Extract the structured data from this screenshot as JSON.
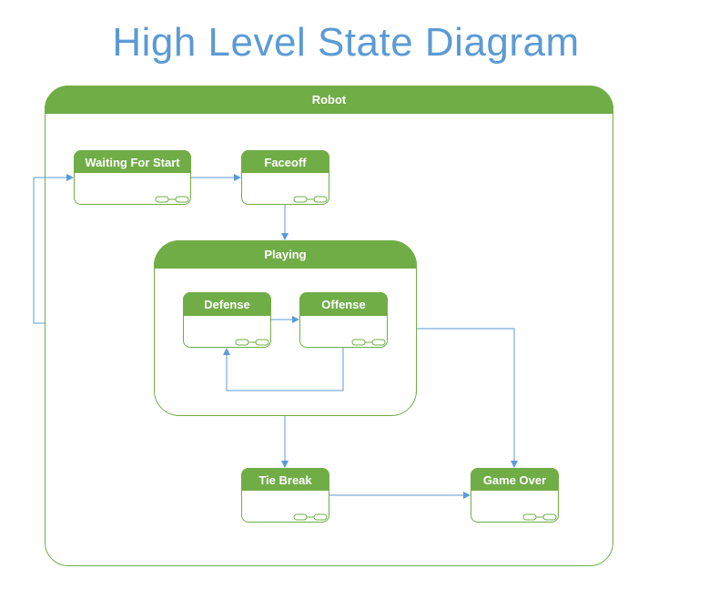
{
  "diagram": {
    "title": "High Level State Diagram",
    "states": {
      "robot": "Robot",
      "waiting": "Waiting For Start",
      "faceoff": "Faceoff",
      "playing": "Playing",
      "defense": "Defense",
      "offense": "Offense",
      "tiebreak": "Tie Break",
      "gameover": "Game Over"
    },
    "colors": {
      "title": "#5b9bd5",
      "state_green": "#70ad47",
      "arrow_blue": "#5b9bd5"
    }
  }
}
